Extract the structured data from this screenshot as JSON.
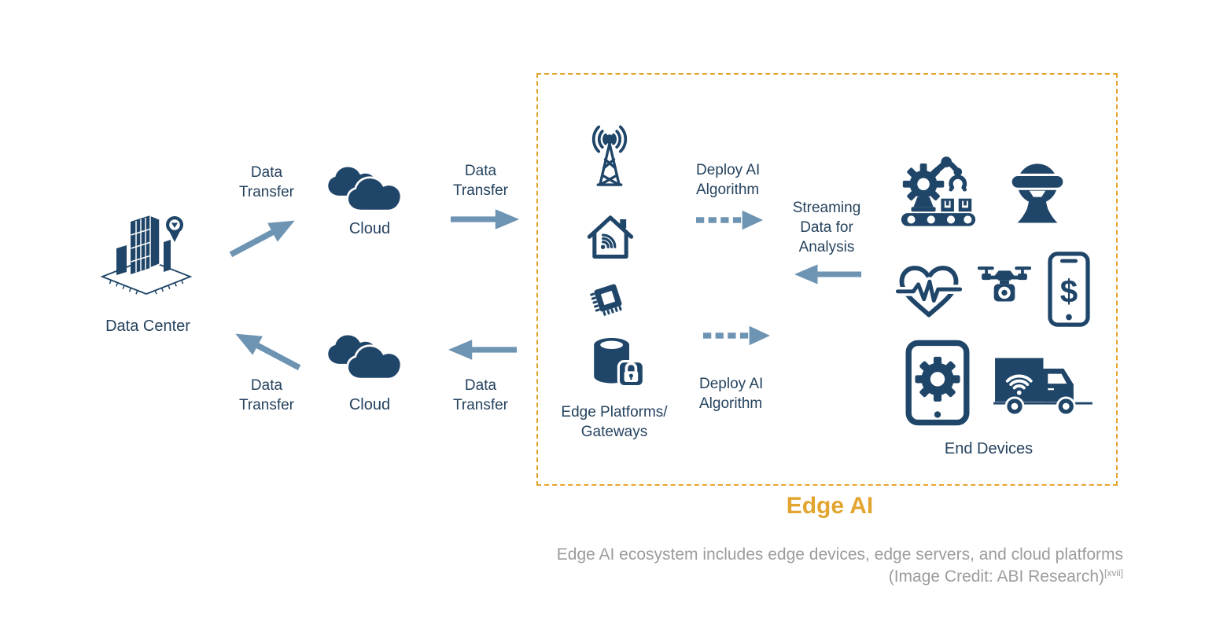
{
  "colors": {
    "icon_navy": "#1F4568",
    "text_navy": "#25425E",
    "arrow_blue": "#6E94B3",
    "accent_gold": "#E2A52F",
    "caption_gray": "#9C9C9C"
  },
  "flow": {
    "data_center_label": "Data Center",
    "transfer_up_label": "Data Transfer",
    "cloud_top_label": "Cloud",
    "transfer_in_label": "Data Transfer",
    "transfer_out_label": "Data Transfer",
    "cloud_bottom_label": "Cloud",
    "transfer_back_label": "Data Transfer"
  },
  "edge_box": {
    "title": "Edge AI",
    "platforms_label": "Edge Platforms/ Gateways",
    "deploy_top_label": "Deploy AI Algorithm",
    "deploy_bottom_label": "Deploy AI Algorithm",
    "streaming_label": "Streaming Data for Analysis",
    "end_devices_label": "End Devices",
    "dollar_glyph": "$"
  },
  "caption": {
    "line1": "Edge AI ecosystem includes edge devices, edge servers, and cloud platforms",
    "line2": "(Image Credit: ABI Research)",
    "citation": "[xvii]"
  },
  "icons": {
    "data_center": "isometric-building-with-map-pin",
    "cloud": "double-cloud",
    "cell_tower": "radio-tower-with-signal-waves",
    "smart_home": "house-with-wifi",
    "chip": "microchip",
    "secure_gateway": "database-with-padlock",
    "robot_arm": "factory-robot-arm-with-conveyor",
    "vr_headset": "person-wearing-vr-headset",
    "health_monitor": "heart-with-ekg-line",
    "drone": "camera-drone",
    "mobile_payment": "smartphone-with-dollar-sign",
    "tablet": "tablet-with-gear",
    "connected_truck": "truck-with-wifi"
  }
}
